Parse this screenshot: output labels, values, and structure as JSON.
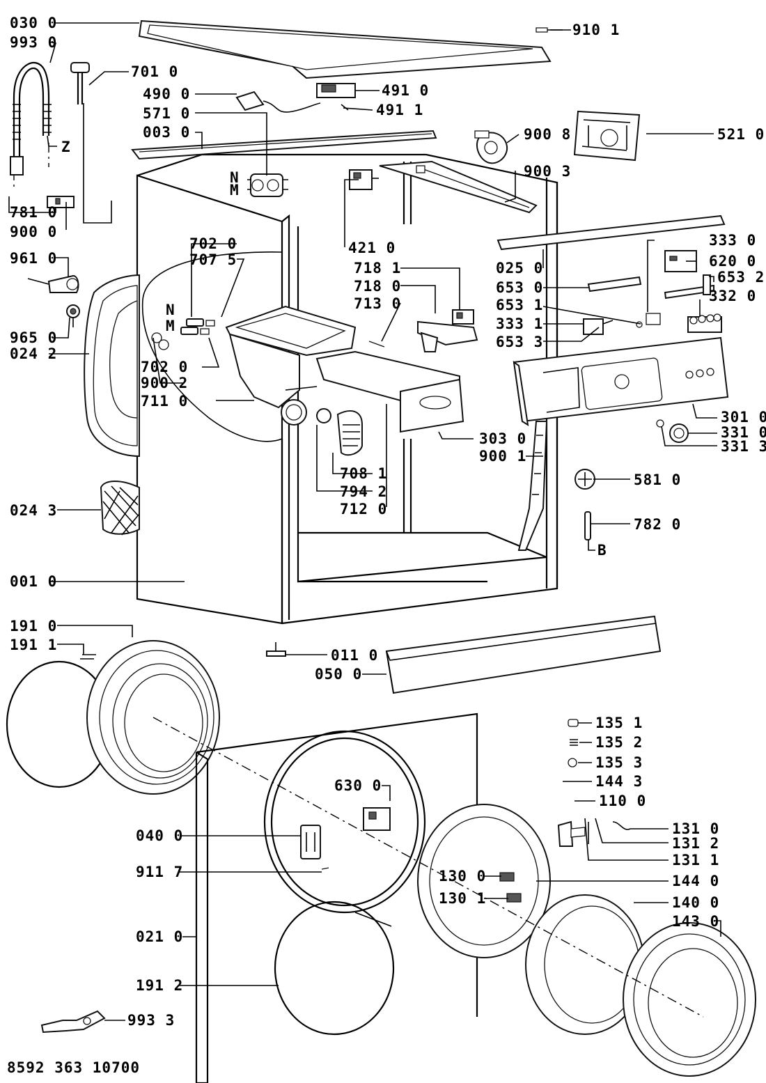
{
  "doc_code": "8592 363 10700",
  "labels": {
    "l0300": "030 0",
    "l9930": "993 0",
    "l7010": "701 0",
    "l4900": "490 0",
    "l4910": "491 0",
    "l4911": "491 1",
    "l5710": "571 0",
    "l0030": "003 0",
    "lZ": "Z",
    "l9101": "910 1",
    "l9008": "900 8",
    "l5210": "521 0",
    "l9003": "900 3",
    "lN1": "N",
    "lM1": "M",
    "l7810": "781 0",
    "l9000": "900 0",
    "l4210": "421 0",
    "l7020a": "702 0",
    "l7075": "707 5",
    "l9610": "961 0",
    "l7181": "718 1",
    "l7180": "718 0",
    "l7130": "713 0",
    "l3330a": "333 0",
    "l0250": "025 0",
    "l6200": "620 0",
    "l6530": "653 0",
    "l6532": "653 2",
    "l6531": "653 1",
    "l3320": "332 0",
    "lN2": "N",
    "lM2": "M",
    "l3331": "333 1",
    "l6533": "653 3",
    "l9650": "965 0",
    "l0242": "024 2",
    "l7020b": "702 0",
    "l9002": "900 2",
    "l7110": "711 0",
    "l3010": "301 0",
    "l3310": "331 0",
    "l3313": "331 3",
    "l3030": "303 0",
    "l9001": "900 1",
    "l7081": "708 1",
    "l5810": "581 0",
    "l7942": "794 2",
    "l7120": "712 0",
    "l0243": "024 3",
    "l7820": "782 0",
    "lB": "B",
    "l0010": "001 0",
    "l1910": "191 0",
    "l1911": "191 1",
    "l0110": "011 0",
    "l0500": "050 0",
    "l1351": "135 1",
    "l1352": "135 2",
    "l1353": "135 3",
    "l1443": "144 3",
    "l6300": "630 0",
    "l1100": "110 0",
    "l0400": "040 0",
    "l1310": "131 0",
    "l1312": "131 2",
    "l1311": "131 1",
    "l9117": "911 7",
    "l1300": "130 0",
    "l1440": "144 0",
    "l1301": "130 1",
    "l1400": "140 0",
    "l1430": "143 0",
    "l0210": "021 0",
    "l1912": "191 2",
    "l9933": "993 3"
  },
  "colors": {
    "ink": "#000000",
    "paper": "#ffffff",
    "shade": "#cfcfcf"
  }
}
